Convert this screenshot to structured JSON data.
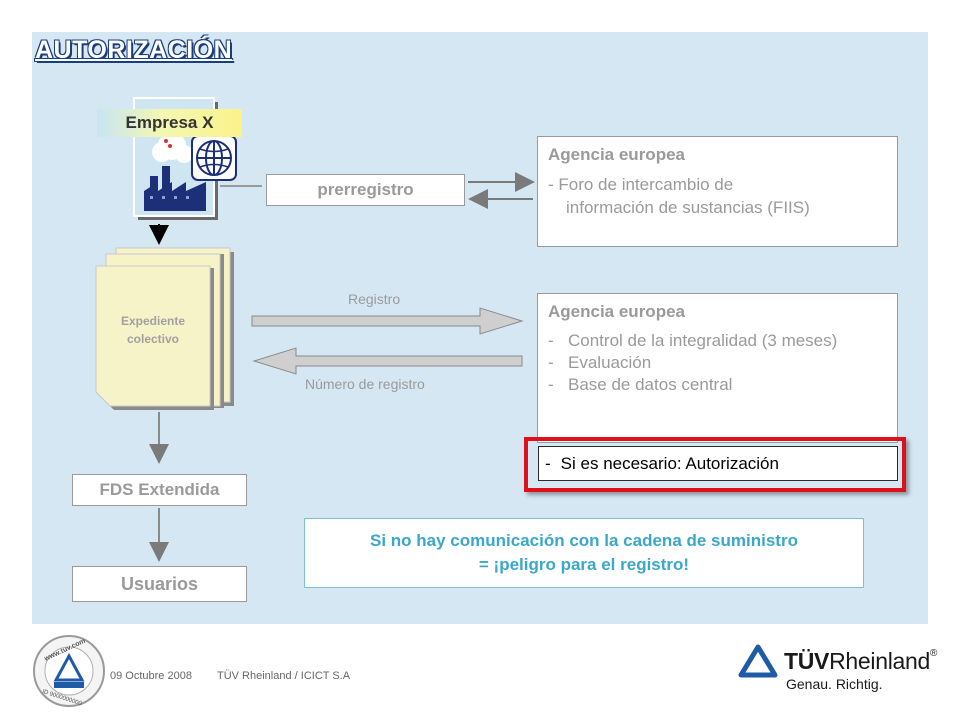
{
  "slide": {
    "title": "AUTORIZACIÓN"
  },
  "company": {
    "label": "Empresa X"
  },
  "preregistration": {
    "label": "prerregistro"
  },
  "agency_prereg": {
    "title": "Agencia europea",
    "line1": "- Foro de intercambio de",
    "line2": "información de sustancias (FIIS)"
  },
  "dossier": {
    "label_line1": "Expediente",
    "label_line2": "colectivo"
  },
  "flows": {
    "registration": "Registro",
    "registration_number": "Número de registro"
  },
  "agency_reg": {
    "title": "Agencia europea",
    "items": [
      "Control de la integralidad (3 meses)",
      "Evaluación",
      "Base de datos central"
    ],
    "authorization": "Si es necesario: Autorización"
  },
  "sds": {
    "label": "FDS Extendida"
  },
  "users": {
    "label": "Usuarios"
  },
  "warning": {
    "line1": "Si no  hay comunicación con la cadena de suministro",
    "line2": "= ¡peligro para el registro!"
  },
  "footer": {
    "date": "09 Octubre 2008",
    "org": "TÜV Rheinland / ICICT S.A",
    "brand_bold": "TÜV",
    "brand_light": "Rheinland",
    "brand_reg": "®",
    "tagline": "Genau. Richtig."
  },
  "colors": {
    "background": "#d6e7f4",
    "title": "#ffffff",
    "title_outline": "#1a3d7c",
    "muted": "#9a9a9a",
    "highlight": "#e0101a",
    "warning_text": "#39a8c9",
    "tuv_blue": "#1f5aa6"
  }
}
